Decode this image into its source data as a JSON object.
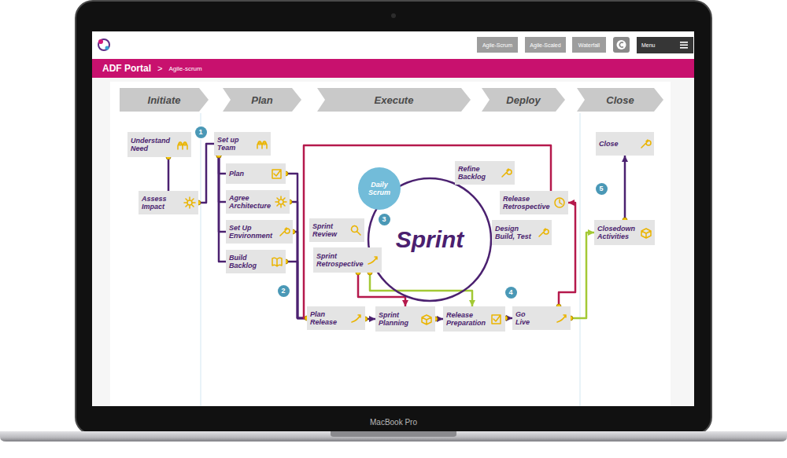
{
  "diagram": {
    "nodes": [
      {
        "text": [
          "Agile-Scrum"
        ]
      },
      {
        "text": [
          "Agile-Scaled"
        ]
      },
      {
        "text": [
          "Waterfall"
        ]
      },
      {
        "text": [
          "Menu"
        ]
      },
      {
        "text": [
          "ADF Portal",
          ">",
          "Agile-scrum"
        ]
      },
      {
        "text": [
          "Initiate"
        ]
      },
      {
        "text": [
          "Plan"
        ]
      },
      {
        "text": [
          "Execute"
        ]
      },
      {
        "text": [
          "Deploy"
        ]
      },
      {
        "text": [
          "Close"
        ]
      },
      {
        "text": [
          "Understand Need"
        ]
      },
      {
        "text": [
          "Assess Impact"
        ]
      },
      {
        "text": [
          "Set up Team"
        ]
      },
      {
        "text": [
          "Plan"
        ]
      },
      {
        "text": [
          "Agree Architecture"
        ]
      },
      {
        "text": [
          "Set Up Environment"
        ]
      },
      {
        "text": [
          "Build Backlog"
        ]
      },
      {
        "text": [
          "Sprint"
        ]
      },
      {
        "text": [
          "Daily Scrum"
        ]
      },
      {
        "text": [
          "Refine Backlog"
        ]
      },
      {
        "text": [
          "Sprint Review"
        ]
      },
      {
        "text": [
          "Design Build, Test"
        ]
      },
      {
        "text": [
          "Sprint Retrospective"
        ]
      },
      {
        "text": [
          "Release Retrospective"
        ]
      },
      {
        "text": [
          "Plan Release"
        ]
      },
      {
        "text": [
          "Sprint Planning"
        ]
      },
      {
        "text": [
          "Release Preparation"
        ]
      },
      {
        "text": [
          "Go Live"
        ]
      },
      {
        "text": [
          "Close"
        ]
      },
      {
        "text": [
          "Closedown Activities"
        ]
      }
    ],
    "edges": [
      {
        "from": 10,
        "to": 11,
        "arrow": "none"
      },
      {
        "from": 11,
        "to": 12,
        "arrow": "none"
      },
      {
        "from": 12,
        "to": 13,
        "arrow": "none"
      },
      {
        "from": 12,
        "to": 14,
        "arrow": "none"
      },
      {
        "from": 12,
        "to": 15,
        "arrow": "none"
      },
      {
        "from": 12,
        "to": 16,
        "arrow": "none"
      },
      {
        "from": 13,
        "to": 24,
        "arrow": "none"
      },
      {
        "from": 14,
        "to": 24,
        "arrow": "none"
      },
      {
        "from": 15,
        "to": 24,
        "arrow": "none"
      },
      {
        "from": 16,
        "to": 24,
        "arrow": "none"
      },
      {
        "from": 24,
        "to": 25,
        "arrow": "to"
      },
      {
        "from": 25,
        "to": 26,
        "arrow": "to"
      },
      {
        "from": 26,
        "to": 27,
        "arrow": "to"
      },
      {
        "from": 27,
        "to": 23,
        "arrow": "to"
      },
      {
        "from": 27,
        "to": 29,
        "arrow": "to"
      },
      {
        "from": 29,
        "to": 28,
        "arrow": "to"
      },
      {
        "from": 22,
        "to": 26,
        "arrow": "to"
      },
      {
        "from": 22,
        "to": 25,
        "arrow": "to"
      },
      {
        "from": 24,
        "to": 23,
        "arrow": "none"
      }
    ],
    "labels": [
      "1",
      "2",
      "3",
      "4",
      "5",
      "MacBook Pro"
    ]
  }
}
